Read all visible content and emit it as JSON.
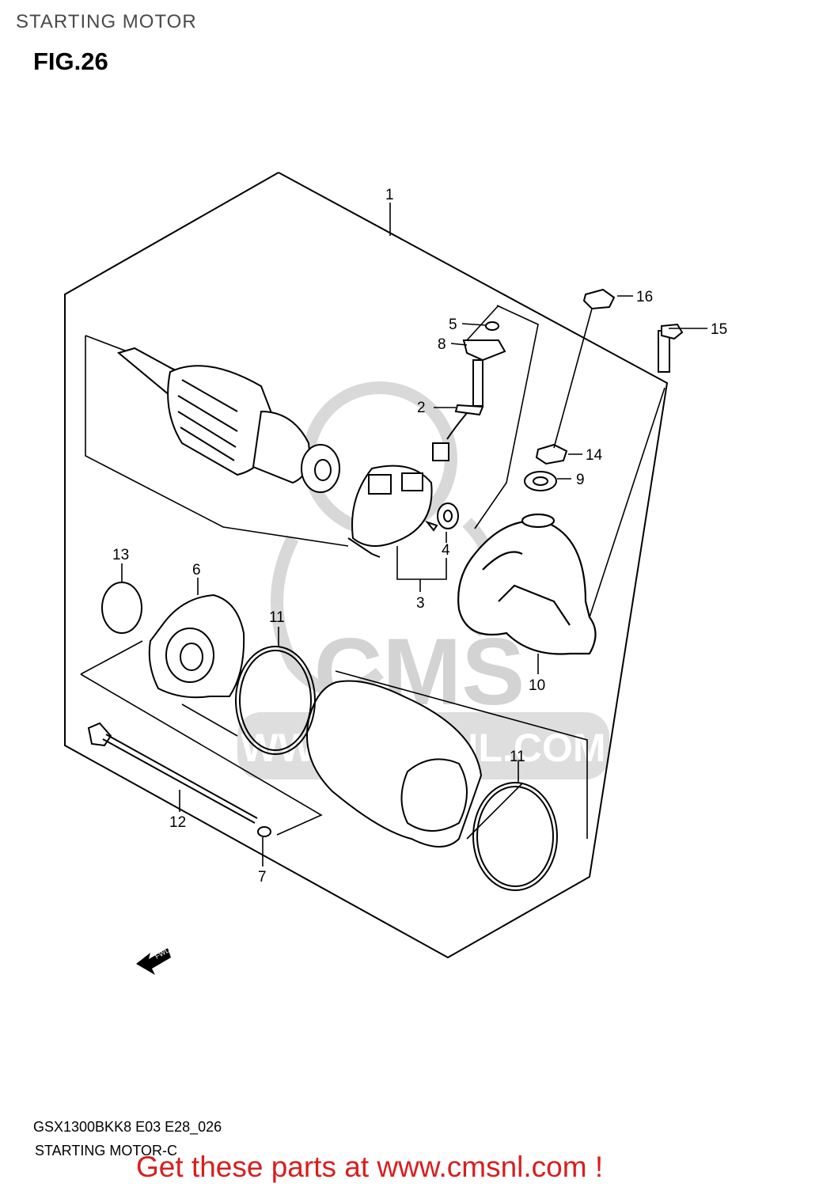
{
  "header": {
    "title": "STARTING MOTOR"
  },
  "figure": {
    "label": "FIG.26"
  },
  "watermark": {
    "brand": "CMS",
    "url": "WWW.CMSNL.COM"
  },
  "direction_arrow": {
    "label": "FWD"
  },
  "callouts": [
    {
      "id": "c1",
      "text": "1"
    },
    {
      "id": "c2",
      "text": "2"
    },
    {
      "id": "c3",
      "text": "3"
    },
    {
      "id": "c4",
      "text": "4"
    },
    {
      "id": "c5",
      "text": "5"
    },
    {
      "id": "c6",
      "text": "6"
    },
    {
      "id": "c7",
      "text": "7"
    },
    {
      "id": "c8",
      "text": "8"
    },
    {
      "id": "c9",
      "text": "9"
    },
    {
      "id": "c10",
      "text": "10"
    },
    {
      "id": "c11a",
      "text": "11"
    },
    {
      "id": "c11b",
      "text": "11"
    },
    {
      "id": "c12",
      "text": "12"
    },
    {
      "id": "c13",
      "text": "13"
    },
    {
      "id": "c14",
      "text": "14"
    },
    {
      "id": "c15",
      "text": "15"
    },
    {
      "id": "c16",
      "text": "16"
    }
  ],
  "footer": {
    "model_code": "GSX1300BKK8 E03 E28_026",
    "subtitle": "STARTING MOTOR-C"
  },
  "banner": {
    "text": "Get these parts at www.cmsnl.com !"
  },
  "colors": {
    "banner": "#d91e1e",
    "watermark": "#c9c9c9",
    "line": "#000000"
  }
}
